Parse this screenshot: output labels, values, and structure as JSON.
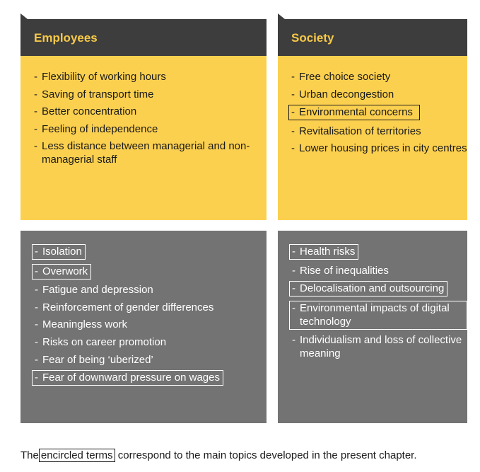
{
  "headers": {
    "left": "Employees",
    "right": "Society"
  },
  "employees_advantages": [
    {
      "text": "Flexibility of working hours",
      "boxed": false
    },
    {
      "text": "Saving of transport time",
      "boxed": false
    },
    {
      "text": "Better concentration",
      "boxed": false
    },
    {
      "text": "Feeling of independence",
      "boxed": false
    },
    {
      "text": "Less distance between managerial and non-managerial staff",
      "boxed": false
    }
  ],
  "society_advantages": [
    {
      "text": "Free choice society",
      "boxed": false
    },
    {
      "text": "Urban decongestion",
      "boxed": false
    },
    {
      "text": "Environmental concerns",
      "boxed": true
    },
    {
      "text": "Revitalisation of territories",
      "boxed": false
    },
    {
      "text": "Lower housing prices in city centres",
      "boxed": false
    }
  ],
  "employees_disadvantages": [
    {
      "text": "Isolation",
      "boxed": true
    },
    {
      "text": "Overwork",
      "boxed": true
    },
    {
      "text": "Fatigue and depression",
      "boxed": false
    },
    {
      "text": "Reinforcement of gender differences",
      "boxed": false
    },
    {
      "text": "Meaningless work",
      "boxed": false
    },
    {
      "text": "Risks on career promotion",
      "boxed": false
    },
    {
      "text": "Fear of being ‘uberized’",
      "boxed": false
    },
    {
      "text": "Fear of downward pressure on wages",
      "boxed": true
    }
  ],
  "society_disadvantages": [
    {
      "text": "Health risks",
      "boxed": true
    },
    {
      "text": "Rise of inequalities",
      "boxed": false
    },
    {
      "text": "Delocalisation and outsourcing",
      "boxed": true
    },
    {
      "text": "Environmental impacts of digital technology",
      "boxed": true
    },
    {
      "text": "Individualism and loss of collective meaning",
      "boxed": false
    }
  ],
  "footer": {
    "prefix": "The",
    "term": "encircled terms",
    "suffix": "correspond to the main topics developed in the present chapter."
  },
  "colors": {
    "header_bg": "#3d3d3d",
    "header_text": "#f7c948",
    "advantages_bg": "#fcd04f",
    "disadvantages_bg": "#737373"
  }
}
